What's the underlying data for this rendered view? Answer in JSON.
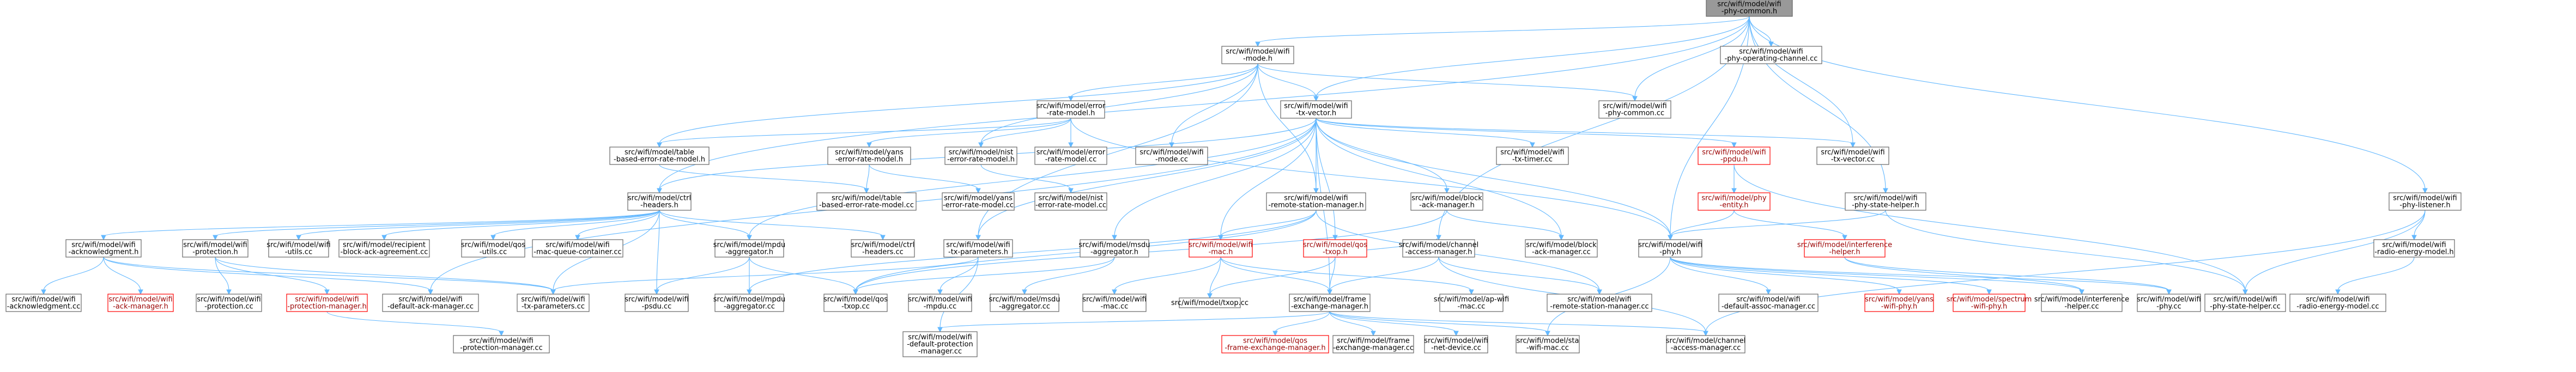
{
  "root": "src/wifi/model/wifi-phy-common.h",
  "colors": {
    "edge": "#63b8ff",
    "node_border": "#666666",
    "root_fill": "#999999",
    "missing_border": "#ff0000",
    "background": "#ffffff"
  },
  "nodes": {
    "root": [
      "src/wifi/model/wifi",
      "-phy-common.h"
    ],
    "mode_h": [
      "src/wifi/model/wifi",
      "-mode.h"
    ],
    "phy_op_cc": [
      "src/wifi/model/wifi",
      "-phy-operating-channel.cc"
    ],
    "err_rate_h": [
      "src/wifi/model/error",
      "-rate-model.h"
    ],
    "txvec_h": [
      "src/wifi/model/wifi",
      "-tx-vector.h"
    ],
    "phy_common_cc": [
      "src/wifi/model/wifi",
      "-phy-common.cc"
    ],
    "table_rate_h": [
      "src/wifi/model/table",
      "-based-error-rate-model.h"
    ],
    "yans_err_h": [
      "src/wifi/model/yans",
      "-error-rate-model.h"
    ],
    "nist_err_h": [
      "src/wifi/model/nist",
      "-error-rate-model.h"
    ],
    "err_cc": [
      "src/wifi/model/error",
      "-rate-model.cc"
    ],
    "mode_cc": [
      "src/wifi/model/wifi",
      "-mode.cc"
    ],
    "txtimer_cc": [
      "src/wifi/model/wifi",
      "-tx-timer.cc"
    ],
    "ppdu_h": [
      "src/wifi/model/wifi",
      "-ppdu.h"
    ],
    "txvec_cc": [
      "src/wifi/model/wifi",
      "-tx-vector.cc"
    ],
    "table_cc": [
      "src/wifi/model/table",
      "-based-error-rate-model.cc"
    ],
    "yans_err_cc": [
      "src/wifi/model/yans",
      "-error-rate-model.cc"
    ],
    "nist_cc": [
      "src/wifi/model/nist",
      "-error-rate-model.cc"
    ],
    "ctrl_h": [
      "src/wifi/model/ctrl",
      "-headers.h"
    ],
    "rsm_h": [
      "src/wifi/model/wifi",
      "-remote-station-manager.h"
    ],
    "block_h": [
      "src/wifi/model/block",
      "-ack-manager.h"
    ],
    "phyentity_h": [
      "src/wifi/model/phy",
      "-entity.h"
    ],
    "phyhelper_h": [
      "src/wifi/model/wifi",
      "-phy-state-helper.h"
    ],
    "listener_h": [
      "src/wifi/model/wifi",
      "-phy-listener.h"
    ],
    "ackpol_h": [
      "src/wifi/model/wifi",
      "-acknowledgment.h"
    ],
    "prot_h": [
      "src/wifi/model/wifi",
      "-protection.h"
    ],
    "utils_cc": [
      "src/wifi/model/wifi",
      "-utils.cc"
    ],
    "recip_cc": [
      "src/wifi/model/recipient",
      "-block-ack-agreement.cc"
    ],
    "qos_utils": [
      "src/wifi/model/qos",
      "-utils.cc"
    ],
    "macq_cc": [
      "src/wifi/model/wifi",
      "-mac-queue-container.cc"
    ],
    "mpdu_agg_h": [
      "src/wifi/model/mpdu",
      "-aggregator.h"
    ],
    "ctrl_cc": [
      "src/wifi/model/ctrl",
      "-headers.cc"
    ],
    "txparams_h": [
      "src/wifi/model/wifi",
      "-tx-parameters.h"
    ],
    "msdu_agg_h": [
      "src/wifi/model/msdu",
      "-aggregator.h"
    ],
    "mac_h": [
      "src/wifi/model/wifi",
      "-mac.h"
    ],
    "txop_h": [
      "src/wifi/model/qos",
      "-txop.h"
    ],
    "chan_h": [
      "src/wifi/model/channel",
      "-access-manager.h"
    ],
    "block_cc": [
      "src/wifi/model/block",
      "-ack-manager.cc"
    ],
    "phy_h": [
      "src/wifi/model/wifi",
      "-phy.h"
    ],
    "interf_h": [
      "src/wifi/model/interference",
      "-helper.h"
    ],
    "radio_h": [
      "src/wifi/model/wifi",
      "-radio-energy-model.h"
    ],
    "ack_cc": [
      "src/wifi/model/wifi",
      "-acknowledgment.cc"
    ],
    "ackmgr_h": [
      "src/wifi/model/wifi",
      "-ack-manager.h"
    ],
    "prot_cc": [
      "src/wifi/model/wifi",
      "-protection.cc"
    ],
    "protmgr_h": [
      "src/wifi/model/wifi",
      "-protection-manager.h"
    ],
    "defack_cc": [
      "src/wifi/model/wifi",
      "-default-ack-manager.cc"
    ],
    "txparams_cc": [
      "src/wifi/model/wifi",
      "-tx-parameters.cc"
    ],
    "psdu_cc": [
      "src/wifi/model/wifi",
      "-psdu.cc"
    ],
    "mpdu_agg_cc": [
      "src/wifi/model/mpdu",
      "-aggregator.cc"
    ],
    "txop_cc": [
      "src/wifi/model/qos",
      "-txop.cc"
    ],
    "mpdu_cc": [
      "src/wifi/model/wifi",
      "-mpdu.cc"
    ],
    "msdu_agg_cc": [
      "src/wifi/model/msdu",
      "-aggregator.cc"
    ],
    "mac_cc": [
      "src/wifi/model/wifi",
      "-mac.cc"
    ],
    "txop2_cc": [
      "src/wifi/model/txop.cc"
    ],
    "fem_h": [
      "src/wifi/model/frame",
      "-exchange-manager.h"
    ],
    "apmac_cc": [
      "src/wifi/model/ap-wifi",
      "-mac.cc"
    ],
    "rsm_cc": [
      "src/wifi/model/wifi",
      "-remote-station-manager.cc"
    ],
    "defassoc_cc": [
      "src/wifi/model/wifi",
      "-default-assoc-manager.cc"
    ],
    "yansphy_h": [
      "src/wifi/model/yans",
      "-wifi-phy.h"
    ],
    "spectrum_h": [
      "src/wifi/model/spectrum",
      "-wifi-phy.h"
    ],
    "interf_cc": [
      "src/wifi/model/interference",
      "-helper.cc"
    ],
    "phy_cc": [
      "src/wifi/model/wifi",
      "-phy.cc"
    ],
    "phyhelper_cc": [
      "src/wifi/model/wifi",
      "-phy-state-helper.cc"
    ],
    "radio_cc": [
      "src/wifi/model/wifi",
      "-radio-energy-model.cc"
    ],
    "protmgr_cc": [
      "src/wifi/model/wifi",
      "-protection-manager.cc"
    ],
    "defprot_cc": [
      "src/wifi/model/wifi",
      "-default-protection",
      "-manager.cc"
    ],
    "qosfem_h": [
      "src/wifi/model/qos",
      "-frame-exchange-manager.h"
    ],
    "fem_cc": [
      "src/wifi/model/frame",
      "-exchange-manager.cc"
    ],
    "netdev_cc": [
      "src/wifi/model/wifi",
      "-net-device.cc"
    ],
    "stamac_cc": [
      "src/wifi/model/sta",
      "-wifi-mac.cc"
    ],
    "chan_cc": [
      "src/wifi/model/channel",
      "-access-manager.cc"
    ]
  }
}
